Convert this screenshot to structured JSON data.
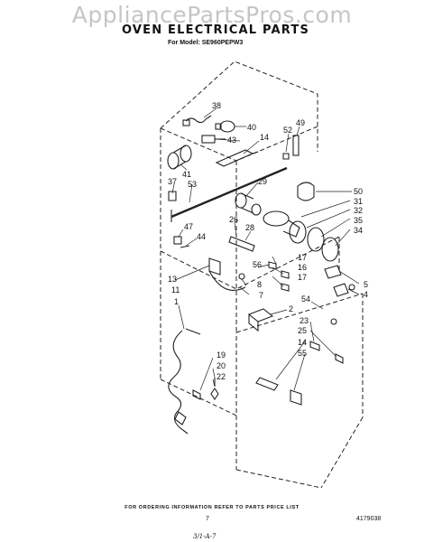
{
  "watermark": "AppliancePartsPros.com",
  "title": "OVEN ELECTRICAL PARTS",
  "model": "For Model: SE960PEPW3",
  "footer": "FOR ORDERING INFORMATION REFER TO PARTS PRICE LIST",
  "page_number": "7",
  "figure_code": "4179038",
  "handwritten_note": "3/1-A-7",
  "part_numbers": [
    "38",
    "40",
    "49",
    "43",
    "52",
    "14",
    "41",
    "53",
    "37",
    "29",
    "50",
    "31",
    "32",
    "35",
    "34",
    "26",
    "28",
    "47",
    "44",
    "56",
    "17",
    "16",
    "17",
    "13",
    "11",
    "8",
    "7",
    "5",
    "4",
    "54",
    "2",
    "23",
    "25",
    "1",
    "14",
    "55",
    "19",
    "20",
    "22"
  ]
}
